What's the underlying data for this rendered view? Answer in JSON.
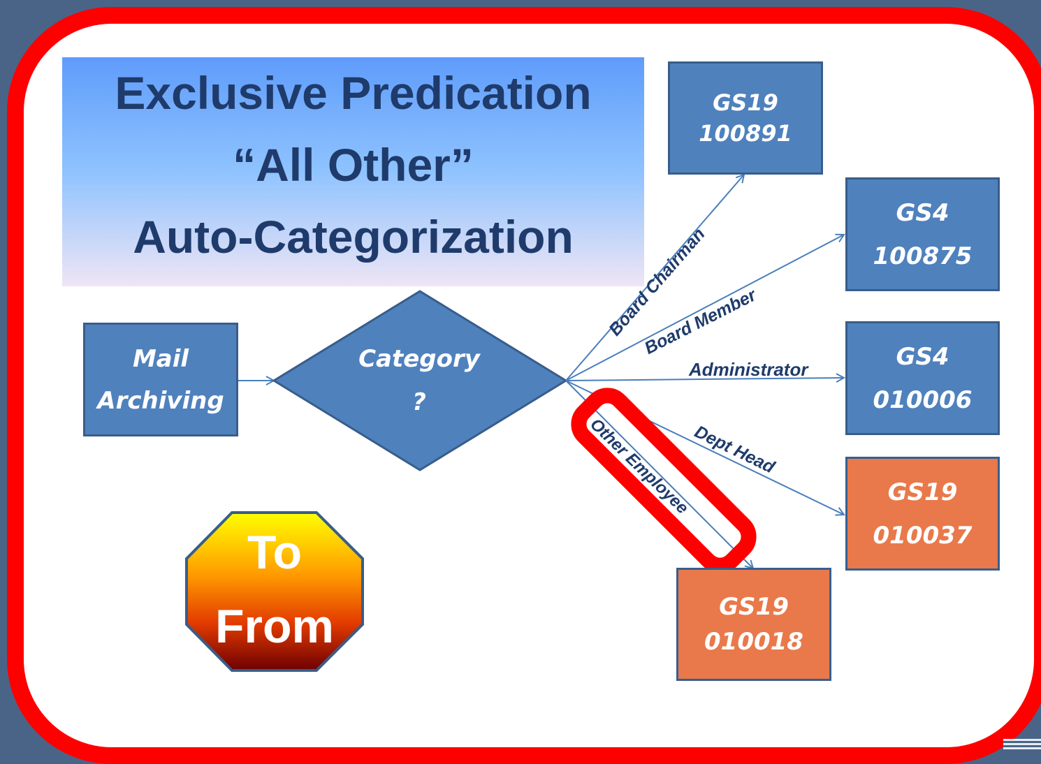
{
  "title": {
    "line1": "Exclusive Predication",
    "line2": "“All Other”",
    "line3": "Auto-Categorization"
  },
  "source_box": {
    "line1": "Mail",
    "line2": "Archiving"
  },
  "decision": {
    "line1": "Category",
    "line2": "?"
  },
  "targets": [
    {
      "line1": "GS19",
      "line2": "100891",
      "edge_label": "Board Chairman",
      "color": "#4f81bd"
    },
    {
      "line1": "GS4",
      "line2": "100875",
      "edge_label": "Board Member",
      "color": "#4f81bd"
    },
    {
      "line1": "GS4",
      "line2": "010006",
      "edge_label": "Administrator",
      "color": "#4f81bd"
    },
    {
      "line1": "GS19",
      "line2": "010037",
      "edge_label": "Dept Head",
      "color": "#e9794a"
    },
    {
      "line1": "GS19",
      "line2": "010018",
      "edge_label": "Other Employee",
      "color": "#e9794a",
      "highlighted": true
    }
  ],
  "stop_sign": {
    "line1": "To",
    "line2": "From"
  },
  "colors": {
    "frame": "#ff0000",
    "box_blue": "#4f81bd",
    "box_orange": "#e9794a",
    "label_text": "#1f3b6b",
    "background": "#4a6487"
  }
}
